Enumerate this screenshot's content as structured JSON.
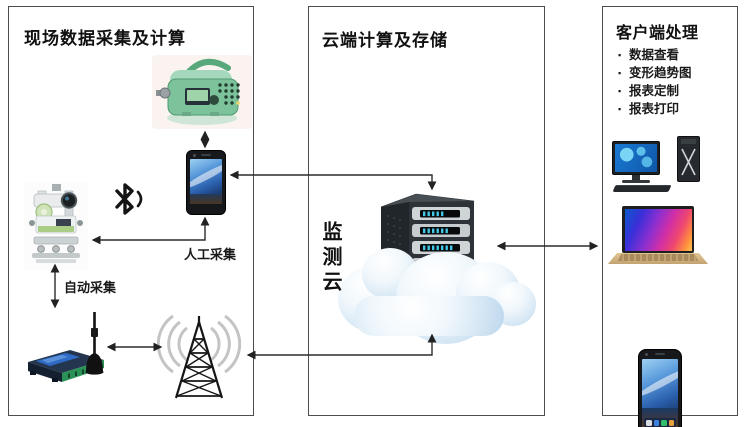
{
  "field_panel": {
    "title": "现场数据采集及计算",
    "manual_label": "人工采集",
    "auto_label": "自动采集",
    "devices": [
      "digital-level",
      "smartphone",
      "total-station",
      "dtu-modem",
      "radio-tower"
    ],
    "icons": [
      "bluetooth-icon"
    ]
  },
  "cloud_panel": {
    "title": "云端计算及存储",
    "cloud_label": "监测云",
    "devices": [
      "server-rack",
      "cloud"
    ]
  },
  "client_panel": {
    "title": "客户端处理",
    "bullet_char": "▪",
    "features": [
      "数据查看",
      "变形趋势图",
      "报表定制",
      "报表打印"
    ],
    "devices": [
      "desktop-computer",
      "laptop",
      "smartphone"
    ]
  },
  "connections": [
    {
      "from": "digital-level",
      "to": "smartphone",
      "type": "bidirectional"
    },
    {
      "from": "smartphone",
      "to": "total-station",
      "type": "bidirectional",
      "label": "人工采集"
    },
    {
      "from": "total-station",
      "to": "dtu-modem",
      "type": "bidirectional",
      "label": "自动采集"
    },
    {
      "from": "dtu-modem",
      "to": "radio-tower",
      "type": "bidirectional"
    },
    {
      "from": "smartphone",
      "to": "server-rack",
      "type": "bidirectional"
    },
    {
      "from": "radio-tower",
      "to": "cloud",
      "type": "bidirectional"
    },
    {
      "from": "cloud",
      "to": "client-devices",
      "type": "bidirectional"
    }
  ],
  "colors": {
    "panel_border": "#4d4d4d",
    "arrow": "#2b2b2b",
    "server_led": "#41c8e6",
    "cloud_fill": "#d6e7f4",
    "instrument_green": "#7cc29a",
    "modem_blue": "#2f6bc6",
    "modem_terminal_green": "#2a9157",
    "laptop_gold": "#c3a271",
    "screen_blue": "#2c62b0"
  }
}
